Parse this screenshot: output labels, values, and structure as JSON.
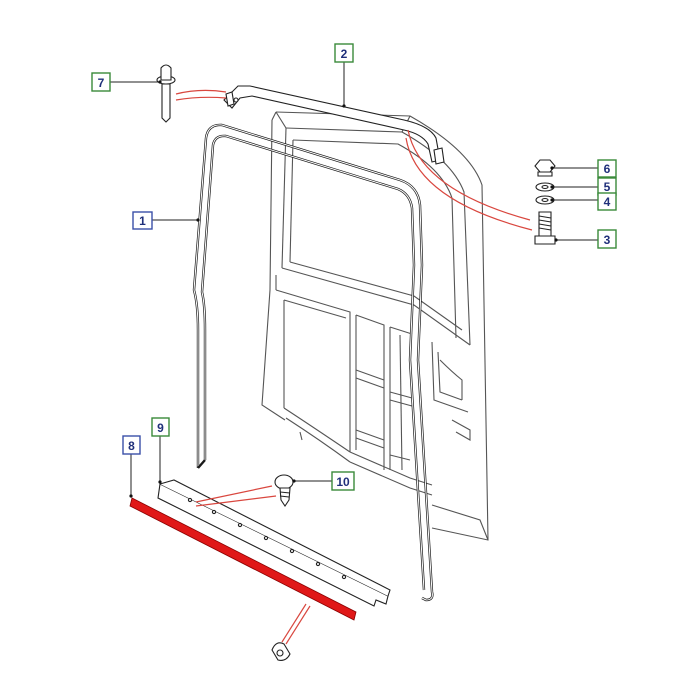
{
  "callouts": {
    "c1": {
      "label": "1",
      "color": "#3a4fa8"
    },
    "c2": {
      "label": "2",
      "color": "#3a8a3a"
    },
    "c3": {
      "label": "3",
      "color": "#3a8a3a"
    },
    "c4": {
      "label": "4",
      "color": "#3a8a3a"
    },
    "c5": {
      "label": "5",
      "color": "#3a8a3a"
    },
    "c6": {
      "label": "6",
      "color": "#3a8a3a"
    },
    "c7": {
      "label": "7",
      "color": "#3a8a3a"
    },
    "c8": {
      "label": "8",
      "color": "#3a4fa8"
    },
    "c9": {
      "label": "9",
      "color": "#3a8a3a"
    },
    "c10": {
      "label": "10",
      "color": "#3a8a3a"
    }
  },
  "colors": {
    "highlight_part": "#e01818",
    "reference_lines": "#d9473f"
  }
}
